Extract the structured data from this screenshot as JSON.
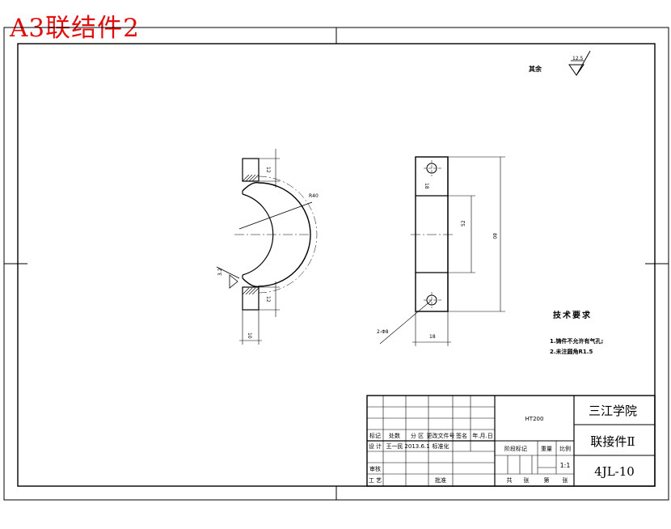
{
  "overlay_title": "A3联结件2",
  "roughness": {
    "label": "其余",
    "value": "12.5"
  },
  "dimensions": {
    "left_top": "12",
    "left_bottom": "12",
    "left_width": "10",
    "left_chamfer": "3.2",
    "left_radius": "R40",
    "right_hole": "18",
    "right_inner": "52",
    "right_height": "80",
    "right_diameter": "2-Φ8",
    "right_width": "18"
  },
  "tech_requirements": {
    "title": "技术要求",
    "items": [
      "1.铸件不允许有气孔;",
      "2.未注圆角R1.5"
    ]
  },
  "title_block": {
    "school": "三江学院",
    "part_name": "联接件Ⅱ",
    "drawing_no": "4JL-10",
    "material": "HT200",
    "scale": "1:1",
    "head_row": [
      "标记",
      "处数",
      "分 区",
      "更改文件号",
      "签名",
      "年.月.日"
    ],
    "design_row": [
      "设 计",
      "王一民",
      "2013.6.1",
      "标准化"
    ],
    "review_label": "审核",
    "process_label": "工 艺",
    "approve_label": "批准",
    "stage_label": "阶段标记",
    "weight_label": "重量",
    "scale_label": "比例",
    "sheet_row": [
      "共",
      "张",
      "第",
      "张"
    ]
  }
}
